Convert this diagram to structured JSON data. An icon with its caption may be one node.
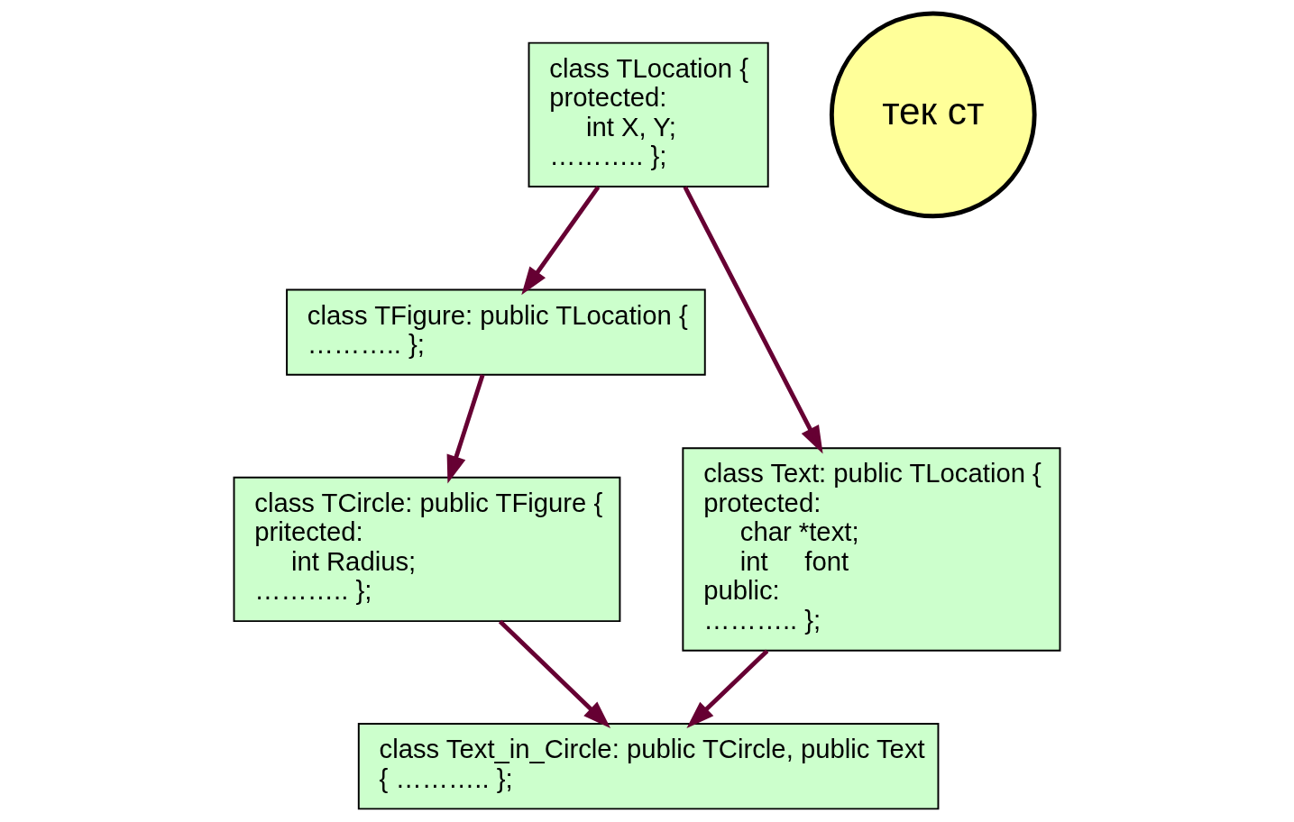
{
  "diagram": {
    "nodes": [
      {
        "text": [
          "class TLocation {",
          "protected:",
          "int X, Y;",
          "……….. };"
        ]
      },
      {
        "text": [
          "тек ст"
        ]
      },
      {
        "text": [
          "class TFigure: public TLocation {",
          "……….. };"
        ]
      },
      {
        "text": [
          "class Text: public TLocation {",
          "protected:",
          "char *text;",
          "int     font",
          "public:",
          "……….. };"
        ]
      },
      {
        "text": [
          "class TCircle: public TFigure {",
          "pritected:",
          "int Radius;",
          "……….. };"
        ]
      },
      {
        "text": [
          "class Text_in_Circle: public TCircle, public Text",
          "{ ……….. };"
        ]
      }
    ],
    "edges": [
      {
        "from": 0,
        "to": 2,
        "arrow": "to"
      },
      {
        "from": 0,
        "to": 3,
        "arrow": "to"
      },
      {
        "from": 2,
        "to": 4,
        "arrow": "to"
      },
      {
        "from": 4,
        "to": 5,
        "arrow": "to"
      },
      {
        "from": 3,
        "to": 5,
        "arrow": "to"
      }
    ]
  }
}
